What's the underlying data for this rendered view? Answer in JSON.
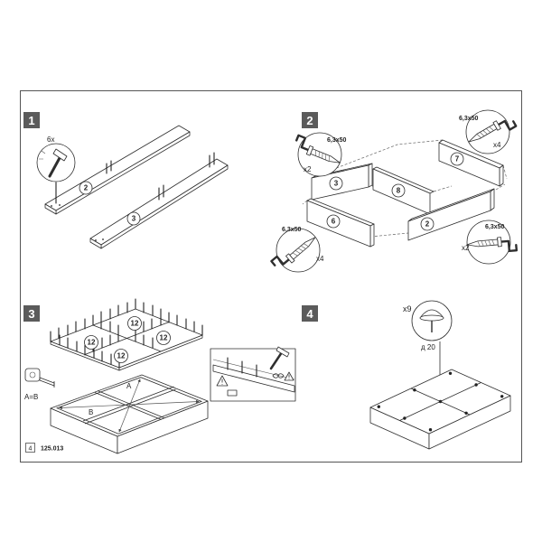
{
  "steps": [
    {
      "number": "1"
    },
    {
      "number": "2"
    },
    {
      "number": "3"
    },
    {
      "number": "4"
    }
  ],
  "step1": {
    "hammer_count": "6x",
    "parts": [
      "2",
      "3"
    ]
  },
  "step2": {
    "parts": {
      "back_left": "3",
      "divider": "8",
      "back_right": "7",
      "front_left": "6",
      "front_right": "2"
    },
    "callouts": [
      {
        "size": "6,3x50",
        "qty": "x2"
      },
      {
        "size": "6,3x50",
        "qty": "x4"
      },
      {
        "size": "6,3x50",
        "qty": "x4"
      },
      {
        "size": "6,3x50",
        "qty": "x2"
      }
    ]
  },
  "step3": {
    "slat_labels": [
      "12",
      "12",
      "12",
      "12"
    ],
    "measure_rule": "A=B",
    "diagonal_a": "A",
    "diagonal_b": "B"
  },
  "step4": {
    "feet_qty": "x9",
    "feet_size": "д 20"
  },
  "footer": {
    "page": "4",
    "code": "125.013"
  }
}
